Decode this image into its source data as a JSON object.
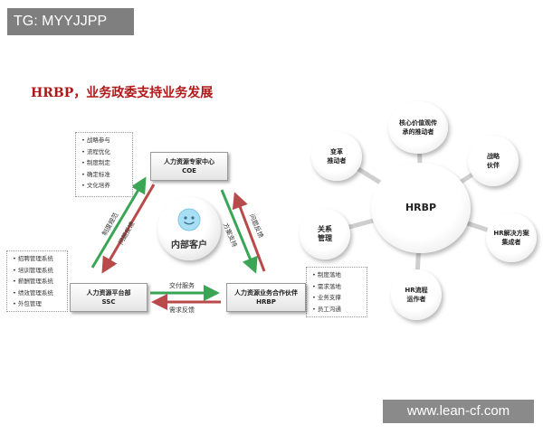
{
  "watermarks": {
    "top": "TG: MYYJJPP",
    "bottom": "www.lean-cf.com"
  },
  "title": "HRBP，业务政委支持业务发展",
  "coe": {
    "line1": "人力资源专家中心",
    "line2": "COE"
  },
  "ssc": {
    "line1": "人力资源平台部",
    "line2": "SSC"
  },
  "hrbp_box": {
    "line1": "人力资源业务合作伙伴",
    "line2": "HRBP"
  },
  "center": {
    "label": "内部客户"
  },
  "coe_list": [
    "战略参与",
    "流程优化",
    "制度制定",
    "确定标准",
    "文化培养"
  ],
  "ssc_list": [
    "招聘管理系统",
    "培训管理系统",
    "薪酬管理系统",
    "绩效管理系统",
    "外包管理"
  ],
  "hrbp_list": [
    "制度落地",
    "需求落地",
    "业务支撑",
    "员工沟通"
  ],
  "arrows": {
    "left_up": "制度规范",
    "left_down": "问题反馈",
    "right_down": "方案支持",
    "right_up": "问题反馈",
    "bottom_right": "交付服务",
    "bottom_left": "需求反馈"
  },
  "hub": {
    "center": "HRBP",
    "s1": [
      "核心价值观传",
      "承的推动者"
    ],
    "s2": [
      "战略",
      "伙伴"
    ],
    "s3": [
      "HR解决方案",
      "集成者"
    ],
    "s4": [
      "HR流程",
      "运作者"
    ],
    "s5": [
      "关系",
      "管理"
    ],
    "s6": [
      "变革",
      "推动者"
    ]
  },
  "colors": {
    "title": "#b01818",
    "green_arrow": "#3aa655",
    "red_arrow": "#b84a4a"
  }
}
